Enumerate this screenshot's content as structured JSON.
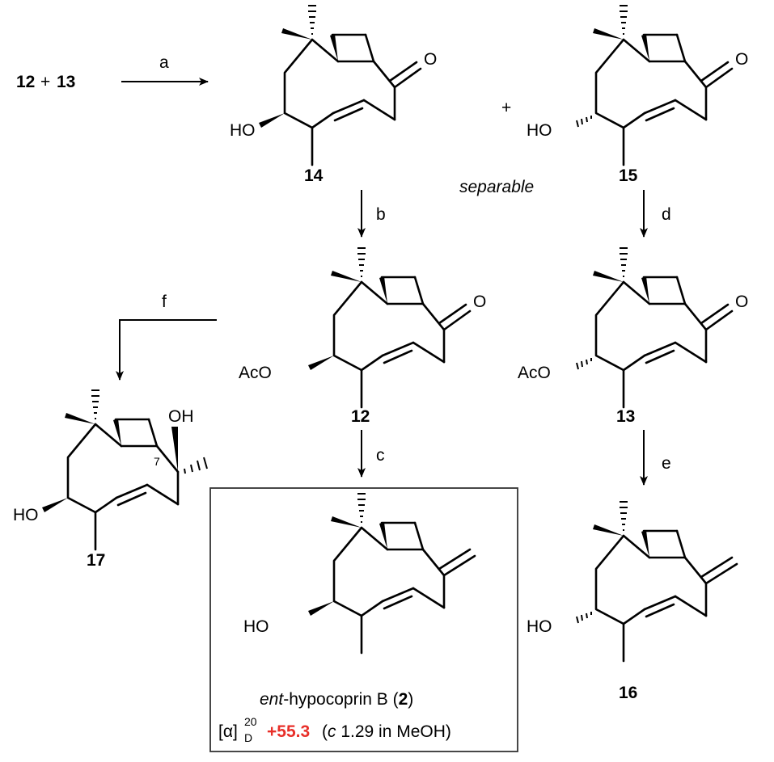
{
  "scheme": {
    "start_label_a": "12",
    "start_label_plus": "+",
    "start_label_b": "13",
    "plus_between": "+",
    "separable_note": "separable",
    "conditions": {
      "a": "a",
      "b": "b",
      "c": "c",
      "d": "d",
      "e": "e",
      "f": "f"
    },
    "compounds": {
      "c14": {
        "number": "14",
        "substituent": "HO"
      },
      "c15": {
        "number": "15",
        "substituent": "HO"
      },
      "c12": {
        "number": "12",
        "substituent": "AcO"
      },
      "c13": {
        "number": "13",
        "substituent": "AcO"
      },
      "c17": {
        "number": "17",
        "substituent": "HO",
        "oh": "OH",
        "position": "7"
      },
      "c16": {
        "number": "16",
        "substituent": "HO"
      },
      "c2": {
        "substituent": "HO"
      }
    },
    "product_box": {
      "name_prefix": "ent",
      "name_suffix": "-hypocoprin B (",
      "name_number": "2",
      "name_close": ")",
      "rotation_symbol": "[α]",
      "rotation_sup": "20",
      "rotation_sub": "D",
      "rotation_value": "+55.3",
      "rotation_cond_open": " (",
      "rotation_cond_c": "c",
      "rotation_cond_rest": " 1.29 in MeOH)"
    }
  }
}
